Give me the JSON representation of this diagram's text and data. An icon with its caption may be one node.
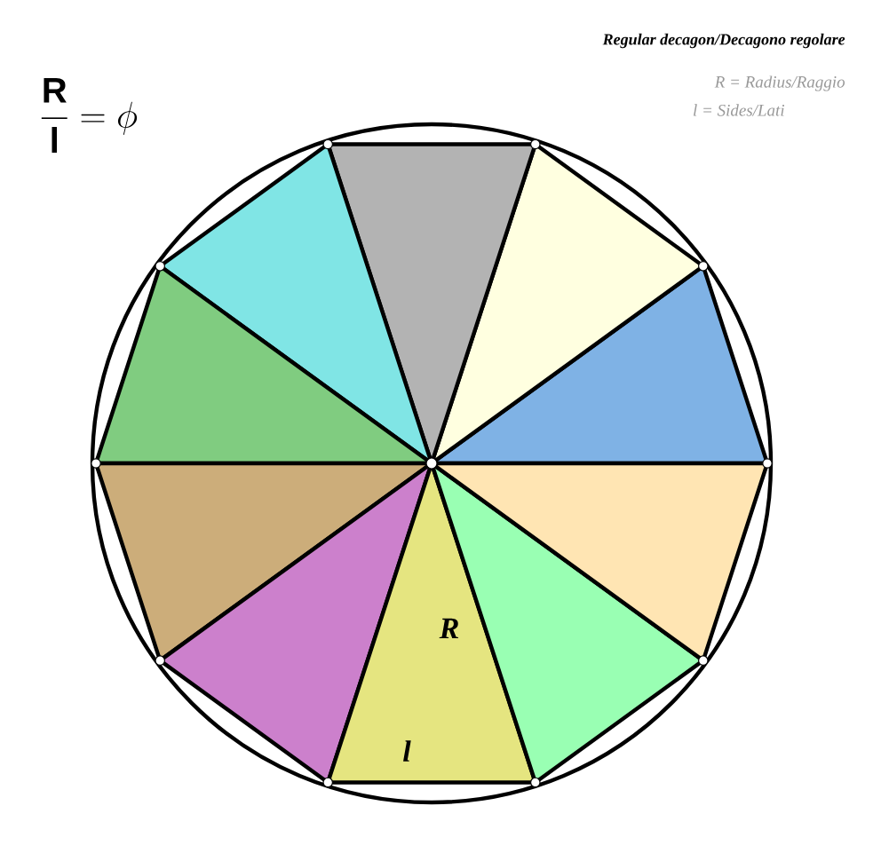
{
  "diagram": {
    "title": "Regular decagon/Decagono regolare",
    "labels": [
      "\\frac{\\mathbf{R}}{\\mathbf{l}}=\\phi",
      "R = Radius/Raggio",
      "l = Sides/Lati",
      "R",
      "l"
    ]
  }
}
